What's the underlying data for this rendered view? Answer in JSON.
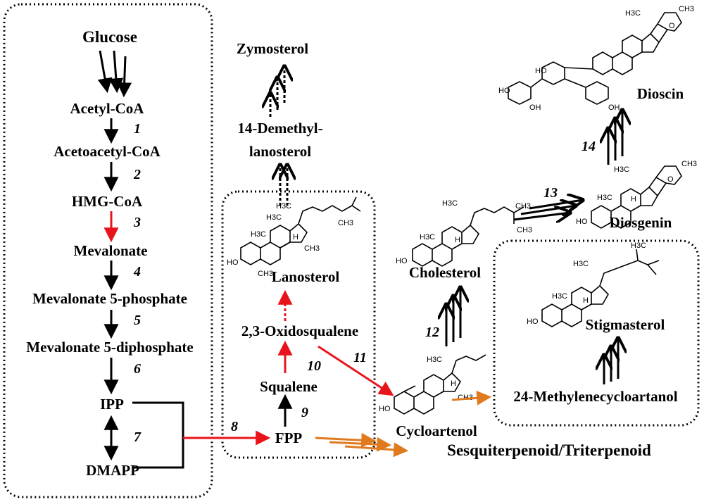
{
  "colors": {
    "black": "#000000",
    "red": "#e8141b",
    "orange": "#e07a1f"
  },
  "mva_pathway": {
    "glucose": "Glucose",
    "acetyl_coa": "Acetyl-CoA",
    "acetoacetyl_coa": "Acetoacetyl-CoA",
    "hmg_coa": "HMG-CoA",
    "mevalonate": "Mevalonate",
    "mevalonate_5p": "Mevalonate 5-phosphate",
    "mevalonate_5pp": "Mevalonate 5-diphosphate",
    "ipp": "IPP",
    "dmapp": "DMAPP"
  },
  "sterol_core": {
    "fpp": "FPP",
    "squalene": "Squalene",
    "oxidosqualene": "2,3-Oxidosqualene",
    "lanosterol": "Lanosterol"
  },
  "branches": {
    "demethyl_line1": "14-Demethyl-",
    "demethyl_line2": "lanosterol",
    "zymosterol": "Zymosterol",
    "cycloartenol": "Cycloartenol",
    "sesquiterpenoid": "Sesquiterpenoid/Triterpenoid",
    "methylenecycloartanol": "24-Methylenecycloartanol",
    "cholesterol": "Cholesterol",
    "stigmasterol": "Stigmasterol",
    "diosgenin": "Diosgenin",
    "dioscin": "Dioscin"
  },
  "steps": [
    "1",
    "2",
    "3",
    "4",
    "5",
    "6",
    "7",
    "8",
    "9",
    "10",
    "11",
    "12",
    "13",
    "14"
  ],
  "atoms": {
    "h3c": "H3C",
    "ch3": "CH3",
    "h": "H",
    "ho": "HO",
    "oh": "OH",
    "o": "O"
  }
}
